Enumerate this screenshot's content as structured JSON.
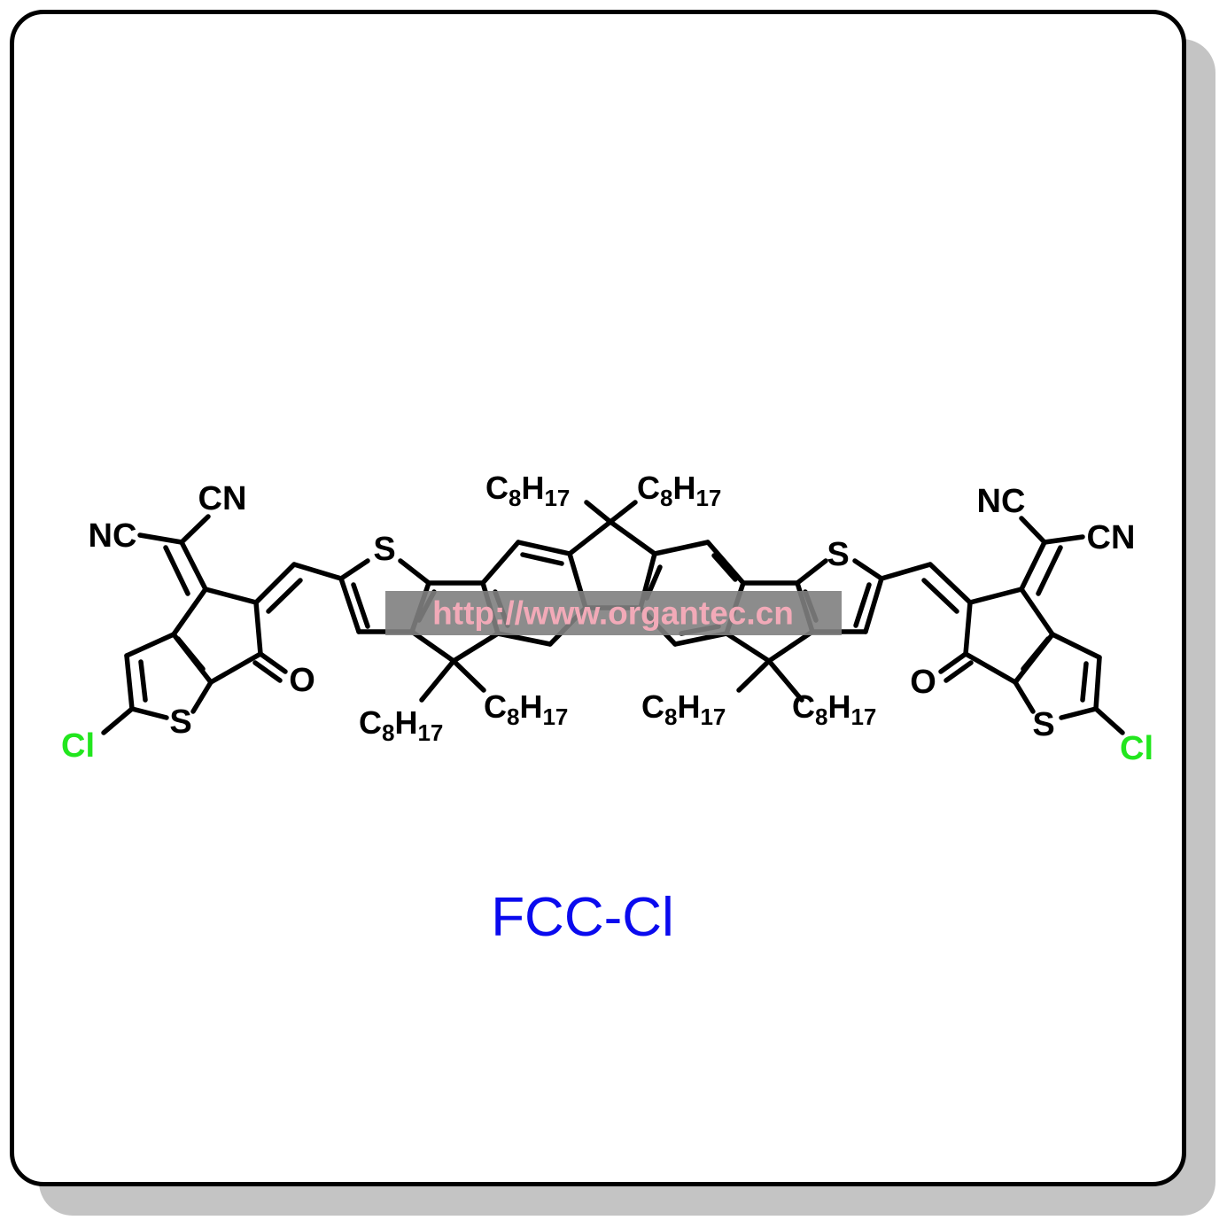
{
  "compound": {
    "name": "FCC-Cl"
  },
  "watermark": {
    "text": "http://www.organtec.cn"
  },
  "atoms": {
    "S": "S",
    "O": "O",
    "Cl": "Cl",
    "NC": "NC",
    "CN": "CN"
  },
  "chain": {
    "C": "C",
    "C_sub": "8",
    "H": "H",
    "H_sub": "17"
  },
  "colors": {
    "frame_border": "#000000",
    "frame_shadow": "#c4c4c4",
    "chlorine": "#22e61e",
    "title": "#0a0aee",
    "watermark_fg": "#f2aab8",
    "watermark_bg": "#808080"
  }
}
